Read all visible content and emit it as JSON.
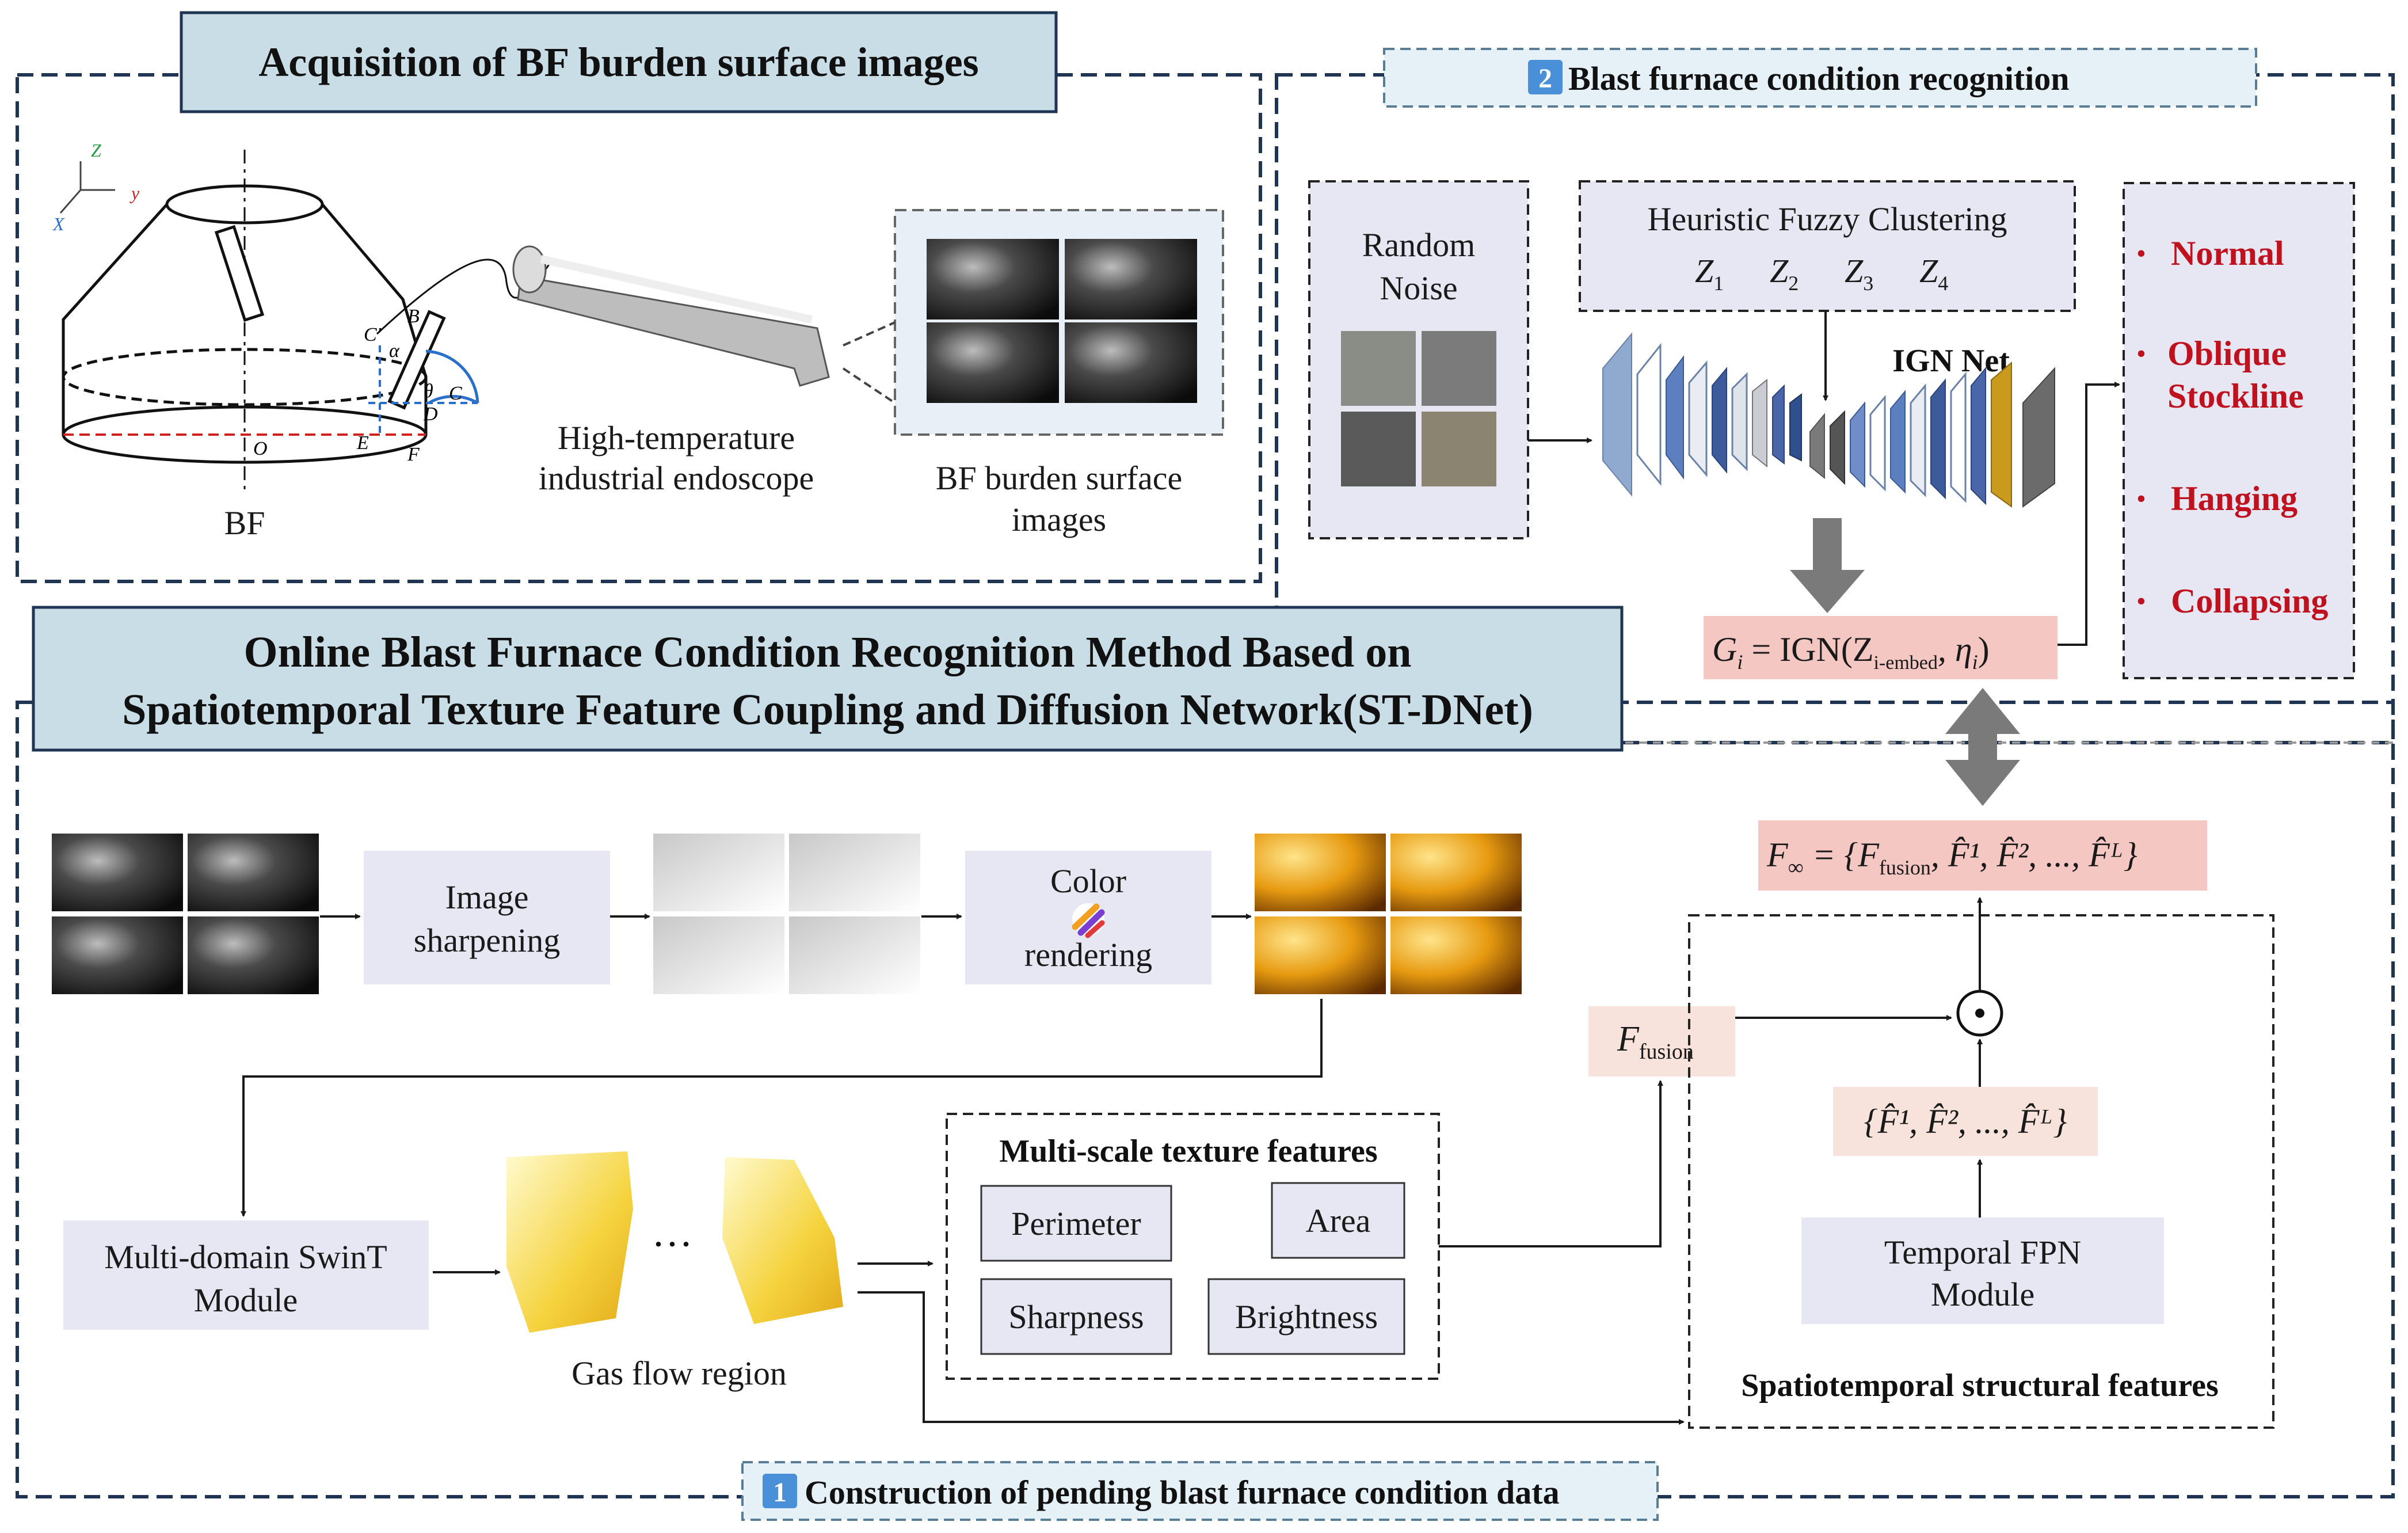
{
  "colors": {
    "navy_dash": "#1f3553",
    "header_fill": "#c9dde6",
    "lavender": "#e7e7f4",
    "pink": "#f4c7c3",
    "peach": "#f8e3dc",
    "red_text": "#c0121e",
    "gray_arrow": "#7a7a7a",
    "badge_blue": "#4a90d9"
  },
  "sections": {
    "acq_title": "Acquisition of BF burden surface images",
    "bf_label": "BF",
    "endoscope_line1": "High-temperature",
    "endoscope_line2": "industrial endoscope",
    "surface_line1": "BF burden surface",
    "surface_line2": "images",
    "recog_badge": "2",
    "recog_title": "Blast furnace condition recognition",
    "main_title_line1": "Online Blast Furnace Condition Recognition Method Based on",
    "main_title_line2": "Spatiotemporal Texture Feature Coupling and Diffusion Network(ST-DNet)",
    "construct_badge": "1",
    "construct_title": "Construction of pending blast furnace condition data"
  },
  "furnace_labels": {
    "z": "Z",
    "y": "y",
    "x": "X",
    "c_prime": "C'",
    "alpha": "α",
    "b": "B",
    "theta": "θ",
    "c": "C",
    "d": "D",
    "o": "O",
    "e": "E",
    "f": "F"
  },
  "recognition": {
    "random_noise_line1": "Random",
    "random_noise_line2": "Noise",
    "hfc_title": "Heuristic Fuzzy Clustering",
    "z_labels": [
      "Z",
      "Z",
      "Z",
      "Z"
    ],
    "z_subs": [
      "1",
      "2",
      "3",
      "4"
    ],
    "ign_net": "IGN Net",
    "gi_eq": "G",
    "gi_sub": "i",
    "gi_mid": " = IGN(Z",
    "gi_embed": "i-embed",
    "gi_end": ", η",
    "gi_end_sub": "i",
    "gi_close": ")"
  },
  "conditions": [
    {
      "label_line1": "Normal",
      "label_line2": ""
    },
    {
      "label_line1": "Oblique",
      "label_line2": "Stockline"
    },
    {
      "label_line1": "Hanging",
      "label_line2": ""
    },
    {
      "label_line1": "Collapsing",
      "label_line2": ""
    }
  ],
  "pipeline": {
    "sharpen_line1": "Image",
    "sharpen_line2": "sharpening",
    "color_line1": "Color",
    "color_line2": "rendering",
    "swint_line1": "Multi-domain SwinT",
    "swint_line2": "Module",
    "ellipsis": "···",
    "gas_flow": "Gas flow region",
    "texture_title": "Multi-scale texture features",
    "perimeter": "Perimeter",
    "area": "Area",
    "sharpness": "Sharpness",
    "brightness": "Brightness",
    "f_fusion": "F",
    "f_fusion_sub": "fusion",
    "finf_f": "F",
    "finf_sub": "∞",
    "finf_rest": " = {F",
    "finf_fusion_sub": "fusion",
    "finf_tail": ", F̂¹, F̂², ..., F̂ᴸ}",
    "fhat_set": "{F̂¹, F̂², ..., F̂ᴸ}",
    "odot": "⊙",
    "tfpn_line1": "Temporal FPN",
    "tfpn_line2": "Module",
    "spatio_title": "Spatiotemporal structural features"
  }
}
